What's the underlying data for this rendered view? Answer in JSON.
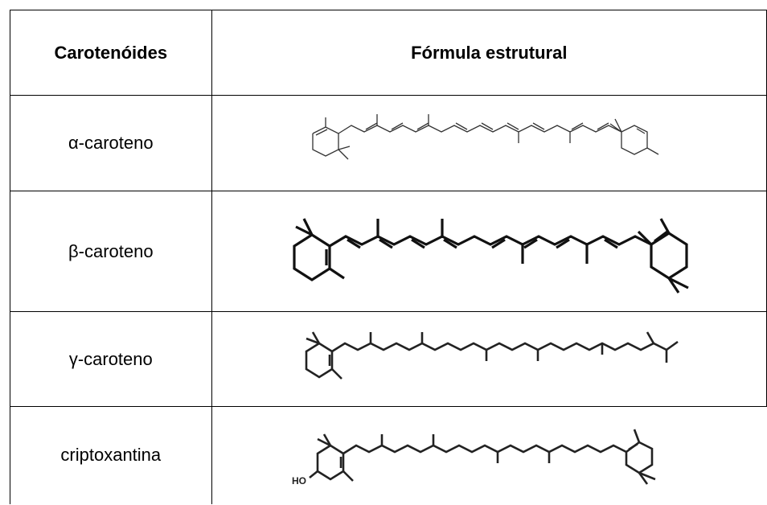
{
  "table": {
    "headers": {
      "compound": "Carotenóides",
      "formula": "Fórmula estrutural"
    },
    "rows": [
      {
        "name": "α-caroteno",
        "structure_icon": "alpha-carotene-structure-icon"
      },
      {
        "name": "β-caroteno",
        "structure_icon": "beta-carotene-structure-icon"
      },
      {
        "name": "γ-caroteno",
        "structure_icon": "gamma-carotene-structure-icon"
      },
      {
        "name": "criptoxantina",
        "structure_icon": "cryptoxanthin-structure-icon",
        "group_label": "HO"
      }
    ]
  }
}
